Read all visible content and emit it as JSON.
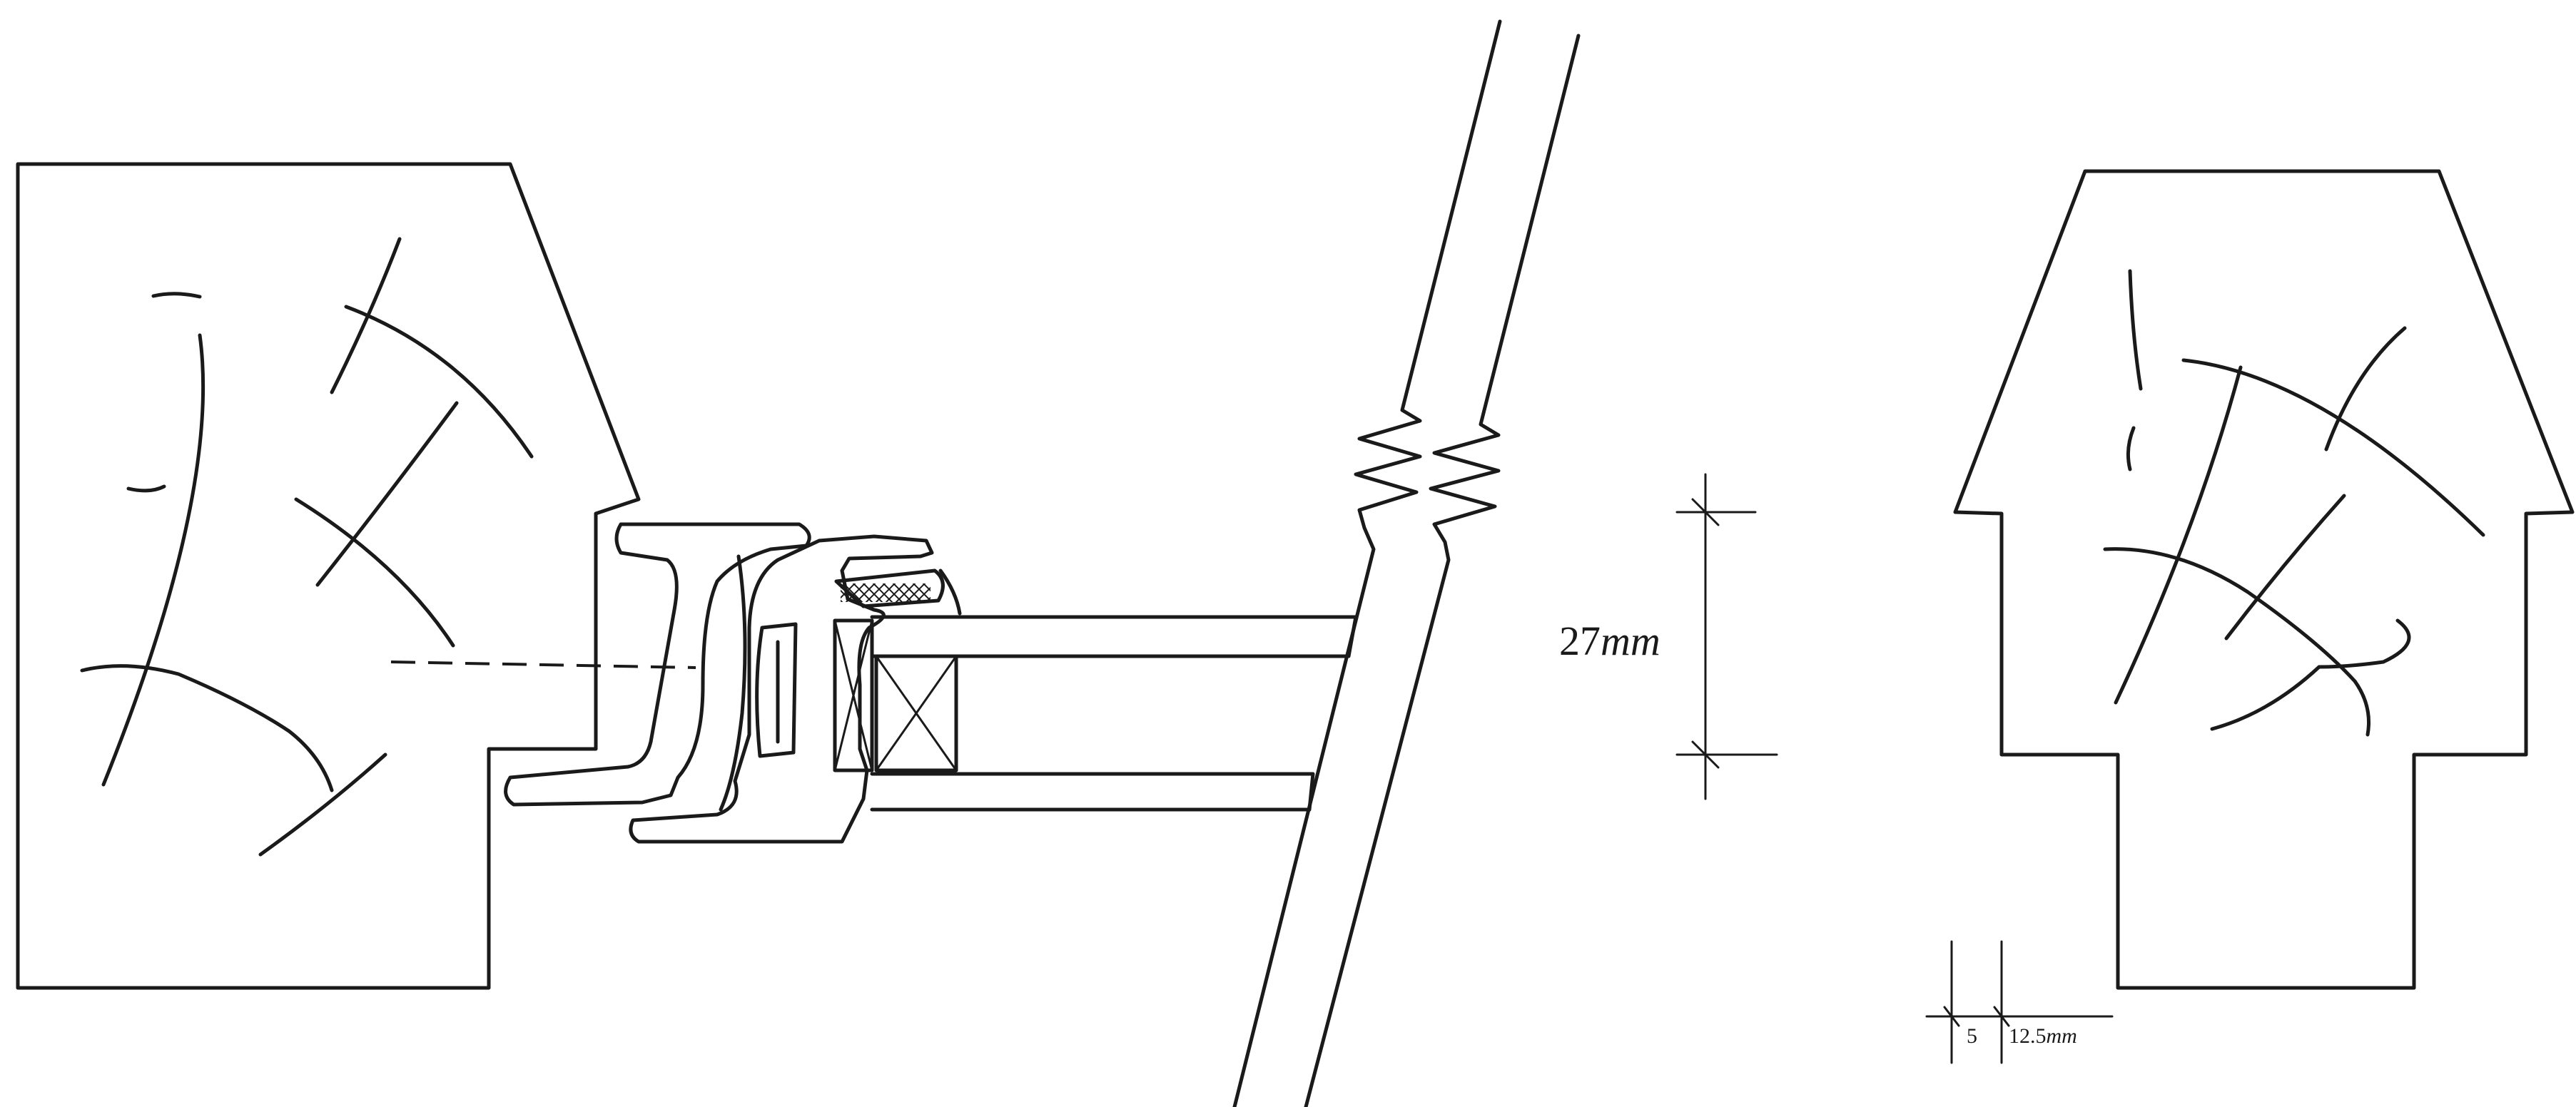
{
  "dimensions": {
    "height_value": "27",
    "height_unit": "mm",
    "small_value": "5",
    "small_offset": "12.5",
    "small_unit": "mm"
  }
}
